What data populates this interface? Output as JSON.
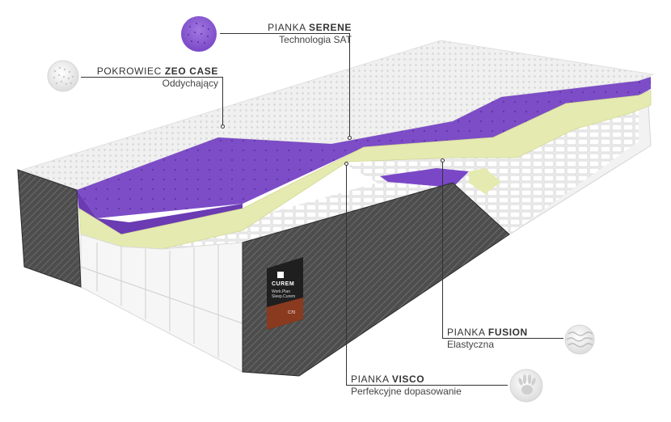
{
  "labels": {
    "serene": {
      "prefix": "PIANKA ",
      "name": "SERENE",
      "desc": "Technologia SAT"
    },
    "zeo": {
      "prefix": "POKROWIEC ",
      "name": "ZEO CASE",
      "desc": "Oddychający"
    },
    "fusion": {
      "prefix": "PIANKA ",
      "name": "FUSION",
      "desc": "Elastyczna"
    },
    "visco": {
      "prefix": "PIANKA ",
      "name": "VISCO",
      "desc": "Perfekcyjne dopasowanie"
    }
  },
  "brand_tag": {
    "logo": "CUREM",
    "line1": "Work.Plan",
    "line2": "Sleep.Curem",
    "model": "C70"
  },
  "colors": {
    "purple": "#7b4bc4",
    "yellow": "#e6ebb1",
    "cover": "#f1f1f1",
    "side": "#4a4a4a",
    "foam": "#f4f4f4",
    "line": "#333333"
  },
  "icons": {
    "serene": "purple-foam-swatch-icon",
    "zeo": "fabric-swatch-icon",
    "fusion": "wave-foam-swatch-icon",
    "visco": "hand-imprint-swatch-icon"
  }
}
